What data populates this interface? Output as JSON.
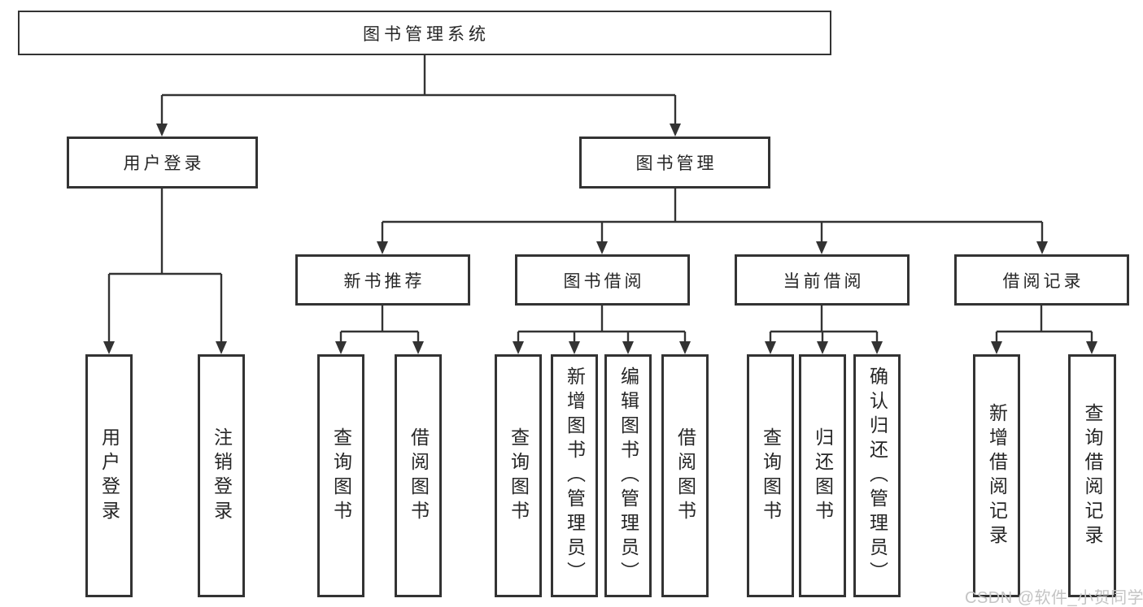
{
  "diagram": {
    "root": {
      "label": "图书管理系统"
    },
    "level2": [
      {
        "label": "用户登录"
      },
      {
        "label": "图书管理"
      }
    ],
    "level3": [
      {
        "label": "新书推荐"
      },
      {
        "label": "图书借阅"
      },
      {
        "label": "当前借阅"
      },
      {
        "label": "借阅记录"
      }
    ],
    "leaves": {
      "user_login": [
        "用户登录",
        "注销登录"
      ],
      "new_book_recommend": [
        "查询图书",
        "借阅图书"
      ],
      "book_borrow": [
        "查询图书",
        "新增图书（管理员）",
        "编辑图书（管理员）",
        "借阅图书"
      ],
      "current_borrow": [
        "查询图书",
        "归还图书",
        "确认归还（管理员）"
      ],
      "borrow_records": [
        "新增借阅记录",
        "查询借阅记录"
      ]
    }
  },
  "watermark": {
    "text": "CSDN @软件_小贺同学",
    "color": "#c4c4c4"
  },
  "colors": {
    "line": "#333333",
    "border": "#333333",
    "text": "#262626",
    "background": "#ffffff"
  }
}
